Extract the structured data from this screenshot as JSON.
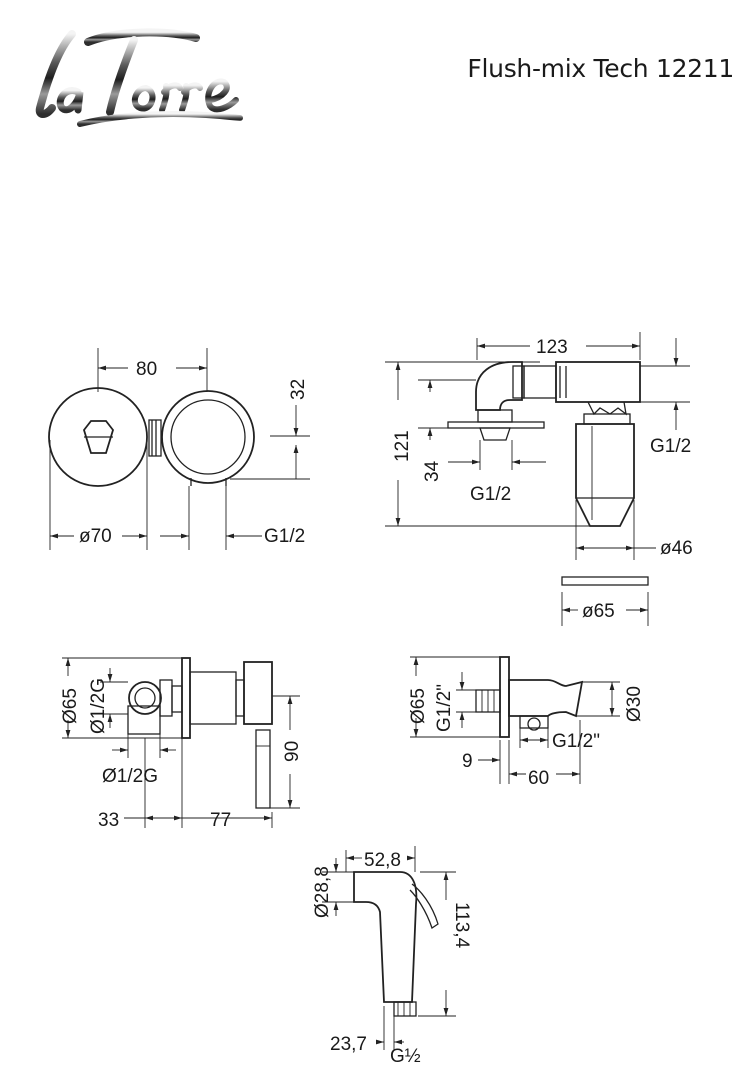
{
  "header": {
    "brand_logo_text": "laTorre",
    "model_title": "Flush-mix Tech 12211"
  },
  "dimensions": {
    "front": {
      "width": "80",
      "height": "32",
      "diameter": "ø70",
      "thread": "G1/2"
    },
    "side": {
      "length": "123",
      "height": "121",
      "depth": "34",
      "thread_bottom": "G1/2",
      "thread_right": "G1/2",
      "diameter_body": "ø46",
      "diameter_plate": "ø65"
    },
    "mixer": {
      "diameter": "Ø65",
      "outlet": "Ø1/2G",
      "inlet": "Ø1/2G",
      "height": "90",
      "dist_left": "33",
      "dist_right": "77"
    },
    "bracket": {
      "diameter": "Ø65",
      "thread_top": "G1/2\"",
      "diameter_right": "Ø30",
      "thread_bottom": "G1/2\"",
      "offset": "9",
      "length": "60"
    },
    "spray": {
      "width": "52,8",
      "diameter": "Ø28,8",
      "length": "113,4",
      "base": "23,7",
      "thread": "G½"
    }
  }
}
